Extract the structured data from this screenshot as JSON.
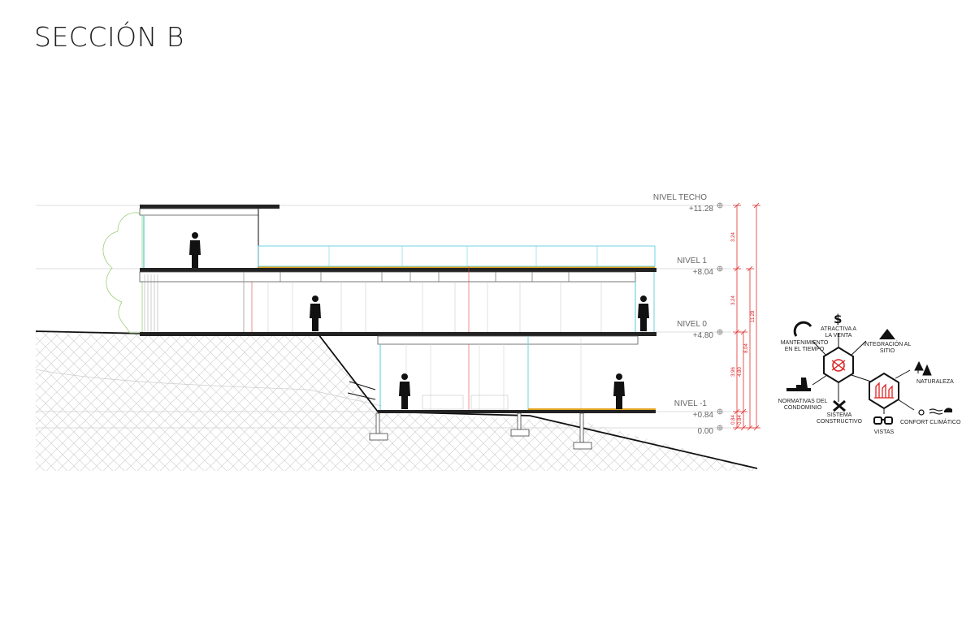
{
  "title": "SECCIÓN B",
  "levels": [
    {
      "name": "NIVEL TECHO",
      "elevation": "+11.28"
    },
    {
      "name": "NIVEL 1",
      "elevation": "+8.04"
    },
    {
      "name": "NIVEL 0",
      "elevation": "+4.80"
    },
    {
      "name": "NIVEL -1",
      "elevation": "+0.84"
    },
    {
      "name": "",
      "elevation": "0.00"
    }
  ],
  "dimensions": {
    "chain1": [
      "3.24",
      "3.24",
      "3.96",
      "0.84"
    ],
    "chain2": [
      "4.80",
      "0.84"
    ],
    "chain3": [
      "8.04"
    ],
    "chain4": [
      "11.28"
    ]
  },
  "criteria": {
    "group1": [
      {
        "label": [
          "ATRACTIVA A",
          "LA VENTA"
        ],
        "icon": "dollar-icon"
      },
      {
        "label": [
          "MANTENIMIENTO",
          "EN EL TIEMPO"
        ],
        "icon": "gauge-icon"
      },
      {
        "label": [
          "INTEGRACIÓN AL",
          "SITIO"
        ],
        "icon": "mountain-icon"
      },
      {
        "label": [
          "NORMATIVAS DEL",
          "CONDOMINIO"
        ],
        "icon": "person-desk-icon"
      },
      {
        "label": [
          "SISTEMA",
          "CONSTRUCTIVO"
        ],
        "icon": "tools-icon"
      }
    ],
    "group2": [
      {
        "label": [
          "NATURALEZA"
        ],
        "icon": "trees-icon"
      },
      {
        "label": [
          "CONFORT CLIMÁTICO"
        ],
        "icon": "weather-icon"
      },
      {
        "label": [
          "VISTAS"
        ],
        "icon": "glasses-icon"
      }
    ]
  }
}
